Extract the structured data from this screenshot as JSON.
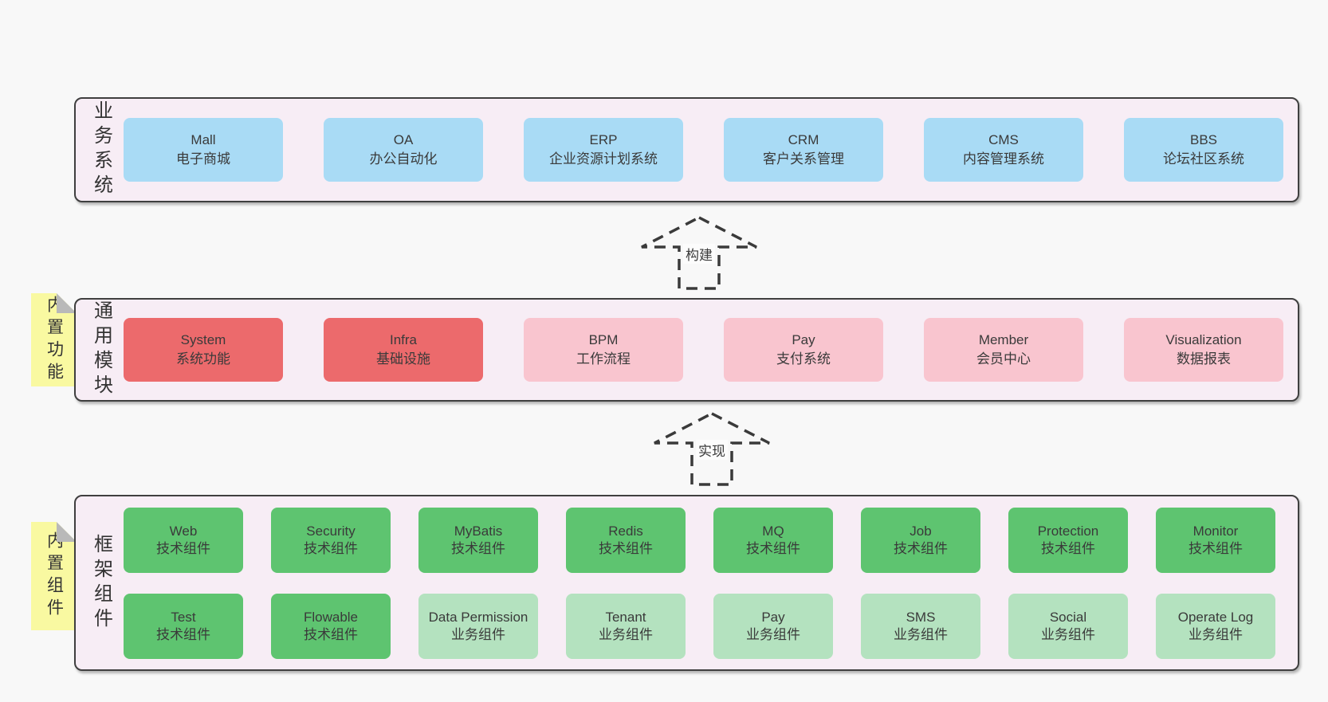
{
  "colors": {
    "page_background": "#f8f8f8",
    "layer_background": "#f7edf5",
    "layer_border": "#3f3f3f",
    "box_blue": "#a9dbf5",
    "box_red": "#ec6a6c",
    "box_pink": "#f9c5cf",
    "box_green": "#5ec470",
    "box_lightgreen": "#b4e2bf",
    "sticky_tab_yellow": "#f9f9a1",
    "sticky_fold_gray": "#b9b9b9",
    "text": "#3a3a3a"
  },
  "arrows": [
    {
      "label": "构建"
    },
    {
      "label": "实现"
    }
  ],
  "layers": [
    {
      "label": "业务系统",
      "boxes": [
        {
          "name": "Mall",
          "desc": "电子商城"
        },
        {
          "name": "OA",
          "desc": "办公自动化"
        },
        {
          "name": "ERP",
          "desc": "企业资源计划系统"
        },
        {
          "name": "CRM",
          "desc": "客户关系管理"
        },
        {
          "name": "CMS",
          "desc": "内容管理系统"
        },
        {
          "name": "BBS",
          "desc": "论坛社区系统"
        }
      ]
    },
    {
      "label": "通用模块",
      "tab": "内置功能",
      "boxes": [
        {
          "name": "System",
          "desc": "系统功能"
        },
        {
          "name": "Infra",
          "desc": "基础设施"
        },
        {
          "name": "BPM",
          "desc": "工作流程"
        },
        {
          "name": "Pay",
          "desc": "支付系统"
        },
        {
          "name": "Member",
          "desc": "会员中心"
        },
        {
          "name": "Visualization",
          "desc": "数据报表"
        }
      ]
    },
    {
      "label": "框架组件",
      "tab": "内置组件",
      "row1": [
        {
          "name": "Web",
          "desc": "技术组件"
        },
        {
          "name": "Security",
          "desc": "技术组件"
        },
        {
          "name": "MyBatis",
          "desc": "技术组件"
        },
        {
          "name": "Redis",
          "desc": "技术组件"
        },
        {
          "name": "MQ",
          "desc": "技术组件"
        },
        {
          "name": "Job",
          "desc": "技术组件"
        },
        {
          "name": "Protection",
          "desc": "技术组件"
        },
        {
          "name": "Monitor",
          "desc": "技术组件"
        }
      ],
      "row2": [
        {
          "name": "Test",
          "desc": "技术组件"
        },
        {
          "name": "Flowable",
          "desc": "技术组件"
        },
        {
          "name": "Data Permission",
          "desc": "业务组件"
        },
        {
          "name": "Tenant",
          "desc": "业务组件"
        },
        {
          "name": "Pay",
          "desc": "业务组件"
        },
        {
          "name": "SMS",
          "desc": "业务组件"
        },
        {
          "name": "Social",
          "desc": "业务组件"
        },
        {
          "name": "Operate Log",
          "desc": "业务组件"
        }
      ]
    }
  ]
}
